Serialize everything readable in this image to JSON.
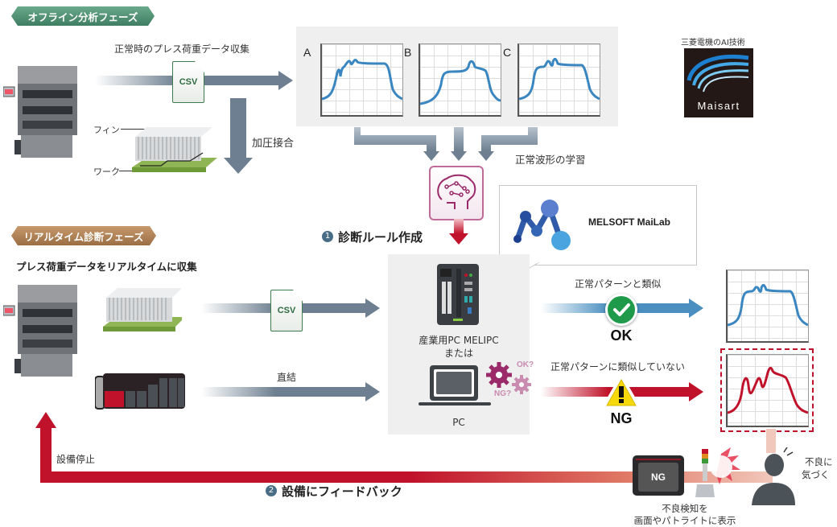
{
  "offline": {
    "phase_label": "オフライン分析フェーズ",
    "collect_label": "正常時のプレス荷重データ収集",
    "csv_label": "CSV",
    "fin_label": "フィン",
    "work_label": "ワーク",
    "press_bond_label": "加圧接合",
    "graphs": [
      {
        "label": "A"
      },
      {
        "label": "B"
      },
      {
        "label": "C"
      }
    ],
    "learning_label": "正常波形の学習"
  },
  "maisart": {
    "caption": "三菱電機のAI技術",
    "logo_text": "Maisart"
  },
  "mailab": {
    "label": "MELSOFT MaiLab"
  },
  "step1": {
    "number": "1",
    "label": "診断ルール作成"
  },
  "realtime": {
    "phase_label": "リアルタイム診断フェーズ",
    "collect_label": "プレス荷重データをリアルタイムに収集",
    "csv_label": "CSV",
    "direct_label": "直結"
  },
  "controller": {
    "melipc_label": "産業用PC MELIPC",
    "or_label": "または",
    "pc_label": "PC",
    "ok_q": "OK?",
    "ng_q": "NG?"
  },
  "results": {
    "ok_caption": "正常パターンと類似",
    "ok_label": "OK",
    "ng_caption": "正常パターンに類似していない",
    "ng_label": "NG"
  },
  "feedback": {
    "stop_label": "設備停止",
    "step_number": "2",
    "step_label": "設備にフィードバック",
    "screen_label": "NG",
    "notice_label_1": "不良検知を",
    "notice_label_2": "画面やパトライトに表示",
    "person_label_1": "不良に",
    "person_label_2": "気づく"
  },
  "colors": {
    "offline_banner": "#4f8f72",
    "realtime_banner": "#b07f54",
    "arrow_gray": "#6d7f90",
    "ok_blue": "#4a8fc0",
    "ng_red": "#c0122a",
    "brain_magenta": "#9a2a6a"
  }
}
